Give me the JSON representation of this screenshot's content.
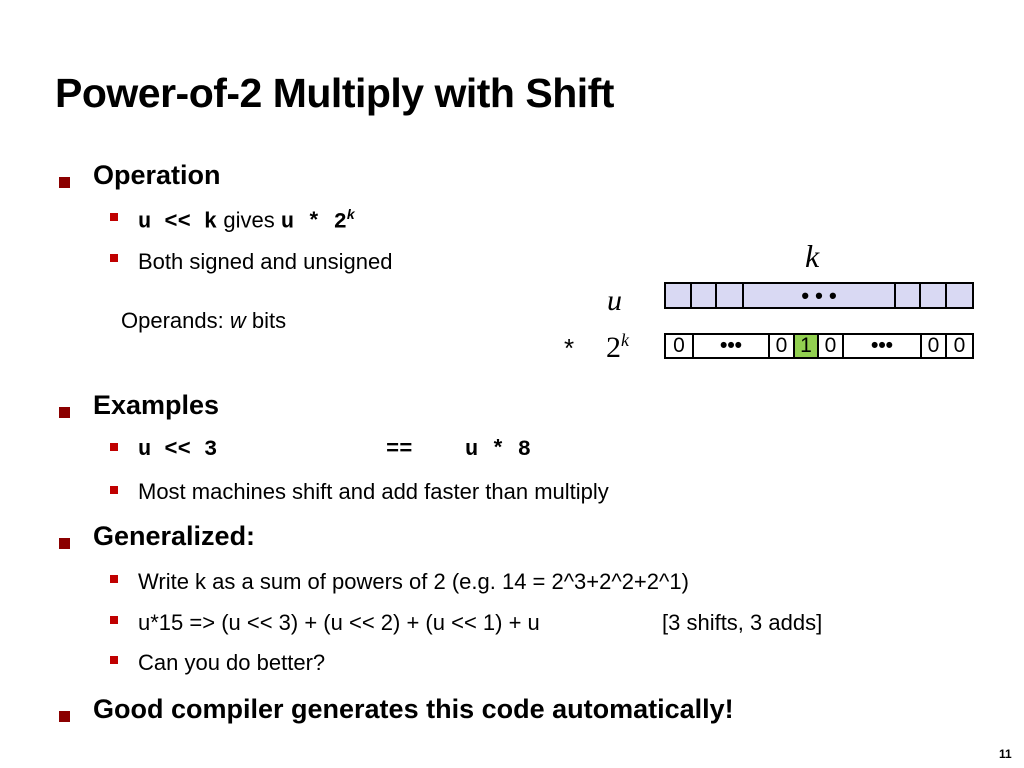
{
  "slide": {
    "title": "Power-of-2 Multiply with Shift",
    "page_number": "11",
    "colors": {
      "bullet": "#8b0000",
      "sub_bullet": "#c00000",
      "u_fill": "#d9d9f3",
      "highlight": "#92d050"
    }
  },
  "operation": {
    "heading": "Operation",
    "item1": {
      "code1": "u << k",
      "text": "gives",
      "code2": "u * 2",
      "sup": "k"
    },
    "item2": "Both signed and unsigned",
    "operands": {
      "prefix": "Operands: ",
      "var": "w",
      "suffix": " bits"
    }
  },
  "diagram": {
    "k_label": "k",
    "u_label": "u",
    "times_sign": "*",
    "pow_base": "2",
    "pow_exp": "k",
    "u_dots": "• • •",
    "pow_digits": [
      "0",
      "•••",
      "0",
      "1",
      "0",
      "•••",
      "0",
      "0"
    ]
  },
  "examples": {
    "heading": "Examples",
    "item1": {
      "left": "u << 3",
      "op": "==",
      "right": "u * 8"
    },
    "item2": "Most machines shift and add faster than multiply"
  },
  "generalized": {
    "heading": "Generalized:",
    "item1": "Write k as a sum of powers of 2 (e.g. 14 = 2^3+2^2+2^1)",
    "item2": "u*15 => (u << 3) + (u << 2) + (u << 1) + u",
    "item2_note": "[3 shifts, 3 adds]",
    "item3": "Can you do better?"
  },
  "conclusion": {
    "heading": "Good compiler generates this code automatically!"
  }
}
